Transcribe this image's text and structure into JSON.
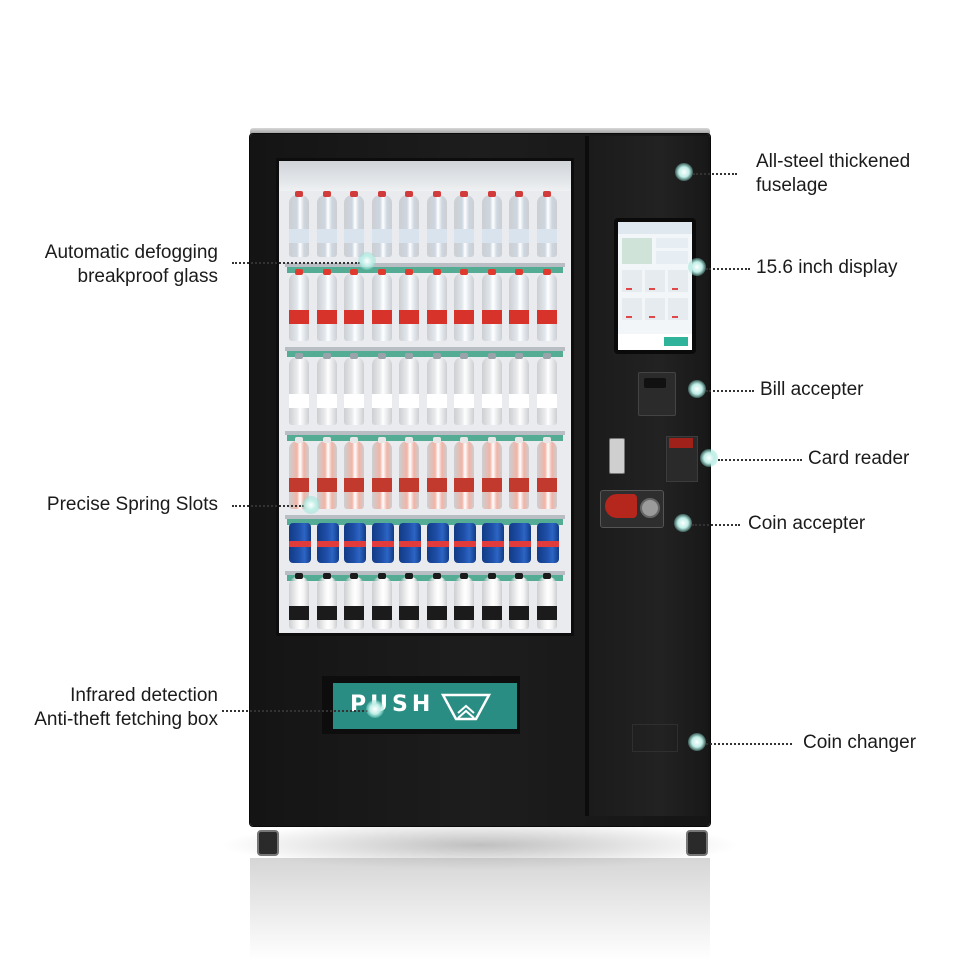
{
  "callouts": {
    "glass": {
      "line1": "Automatic defogging",
      "line2": "breakproof glass"
    },
    "slots": {
      "text": "Precise Spring Slots"
    },
    "box": {
      "line1": "Infrared detection",
      "line2": "Anti-theft fetching box"
    },
    "fuselage": {
      "line1": "All-steel thickened",
      "line2": "fuselage"
    },
    "display": {
      "text": "15.6 inch display"
    },
    "bill": {
      "text": "Bill accepter"
    },
    "card": {
      "text": "Card reader"
    },
    "coin": {
      "text": "Coin accepter"
    },
    "changer": {
      "text": "Coin changer"
    }
  },
  "machine": {
    "push_label": "PUSH",
    "colors": {
      "body": "#1a1a1a",
      "push_plate": "#2a8d83",
      "highlight_dot": "#bfeee7",
      "coin_accent": "#b5261d"
    }
  },
  "icons": [
    "hotspot-dot",
    "push-tray-icon"
  ]
}
